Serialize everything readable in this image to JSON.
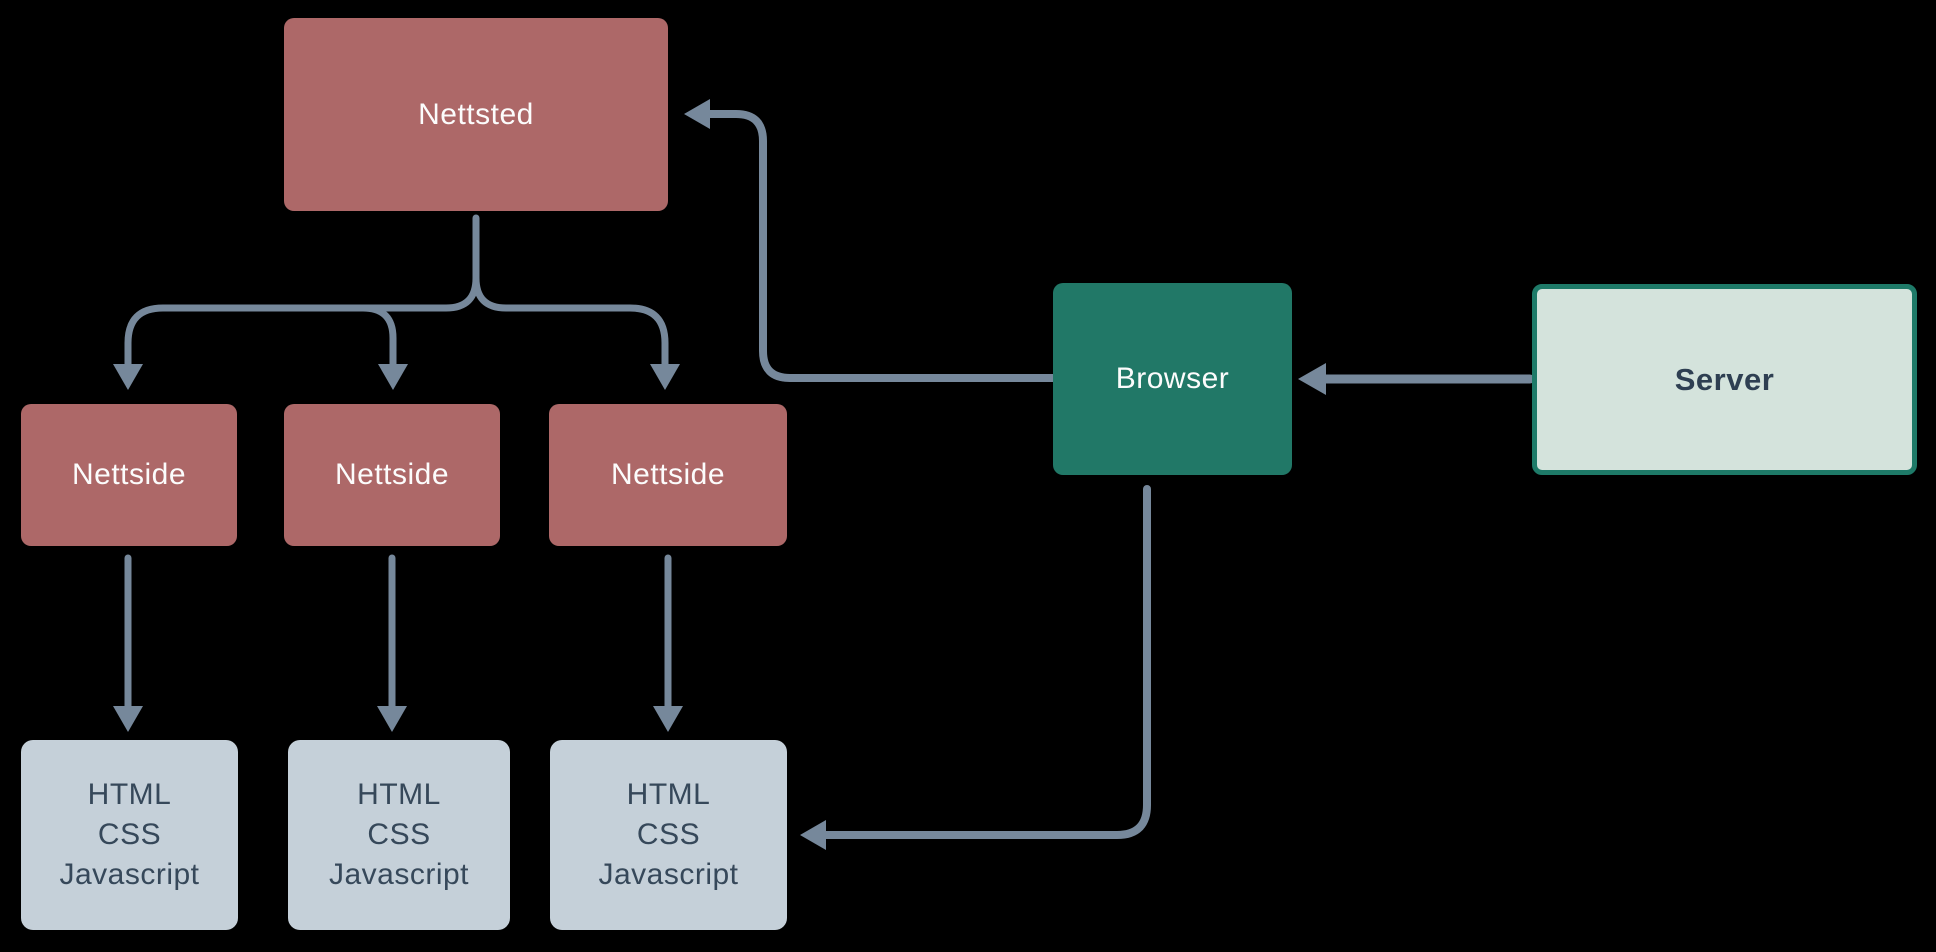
{
  "diagram": {
    "title": "Website / browser / server structure diagram",
    "background_color": "#000000",
    "colors": {
      "node_red": "#ad6868",
      "node_teal": "#217867",
      "node_stack_fill": "#c5d0d9",
      "server_fill": "#d4e3dc",
      "server_border": "#1e7a68",
      "arrow": "#76889b",
      "text_light": "#fcfcfc",
      "text_dark": "#36485a"
    },
    "nodes": {
      "nettsted": {
        "label": "Nettsted"
      },
      "nettside_1": {
        "label": "Nettside"
      },
      "nettside_2": {
        "label": "Nettside"
      },
      "nettside_3": {
        "label": "Nettside"
      },
      "stack_1": {
        "lines": [
          "HTML",
          "CSS",
          "Javascript"
        ]
      },
      "stack_2": {
        "lines": [
          "HTML",
          "CSS",
          "Javascript"
        ]
      },
      "stack_3": {
        "lines": [
          "HTML",
          "CSS",
          "Javascript"
        ]
      },
      "browser": {
        "label": "Browser"
      },
      "server": {
        "label": "Server"
      }
    },
    "edges": [
      {
        "from": "nettsted",
        "to": "nettside_1",
        "type": "arrow"
      },
      {
        "from": "nettsted",
        "to": "nettside_2",
        "type": "arrow"
      },
      {
        "from": "nettsted",
        "to": "nettside_3",
        "type": "arrow"
      },
      {
        "from": "nettside_1",
        "to": "stack_1",
        "type": "arrow"
      },
      {
        "from": "nettside_2",
        "to": "stack_2",
        "type": "arrow"
      },
      {
        "from": "nettside_3",
        "to": "stack_3",
        "type": "arrow"
      },
      {
        "from": "browser",
        "to": "nettsted",
        "type": "arrow"
      },
      {
        "from": "server",
        "to": "browser",
        "type": "arrow"
      },
      {
        "from": "browser",
        "to": "stack_3",
        "type": "arrow"
      }
    ]
  }
}
